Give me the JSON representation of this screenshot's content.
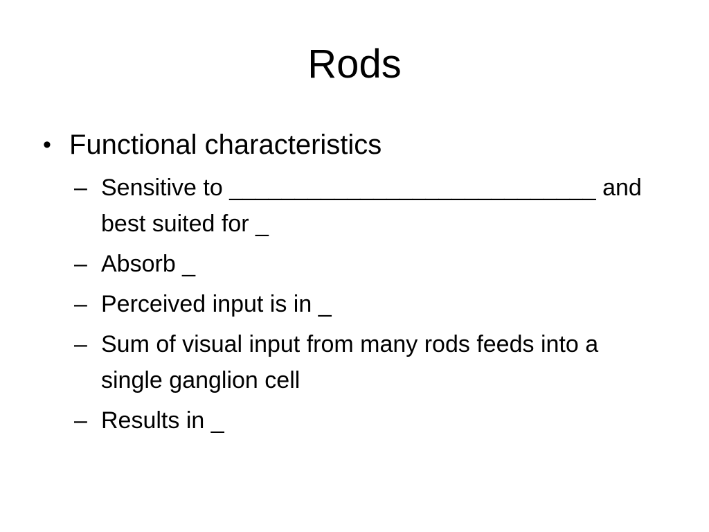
{
  "slide": {
    "title": "Rods",
    "bullet": {
      "marker": "•",
      "label": "Functional characteristics"
    },
    "sub_bullets": [
      {
        "marker": "–",
        "lines": [
          "Sensitive to ____________________________ and",
          "best suited for _"
        ]
      },
      {
        "marker": "–",
        "lines": [
          "Absorb _"
        ]
      },
      {
        "marker": "–",
        "lines": [
          "Perceived input is in _"
        ]
      },
      {
        "marker": "–",
        "lines": [
          "Sum of visual input from many rods feeds into a",
          "single ganglion cell"
        ]
      },
      {
        "marker": "–",
        "lines": [
          "Results in _"
        ]
      }
    ],
    "colors": {
      "background": "#ffffff",
      "text": "#000000"
    }
  }
}
